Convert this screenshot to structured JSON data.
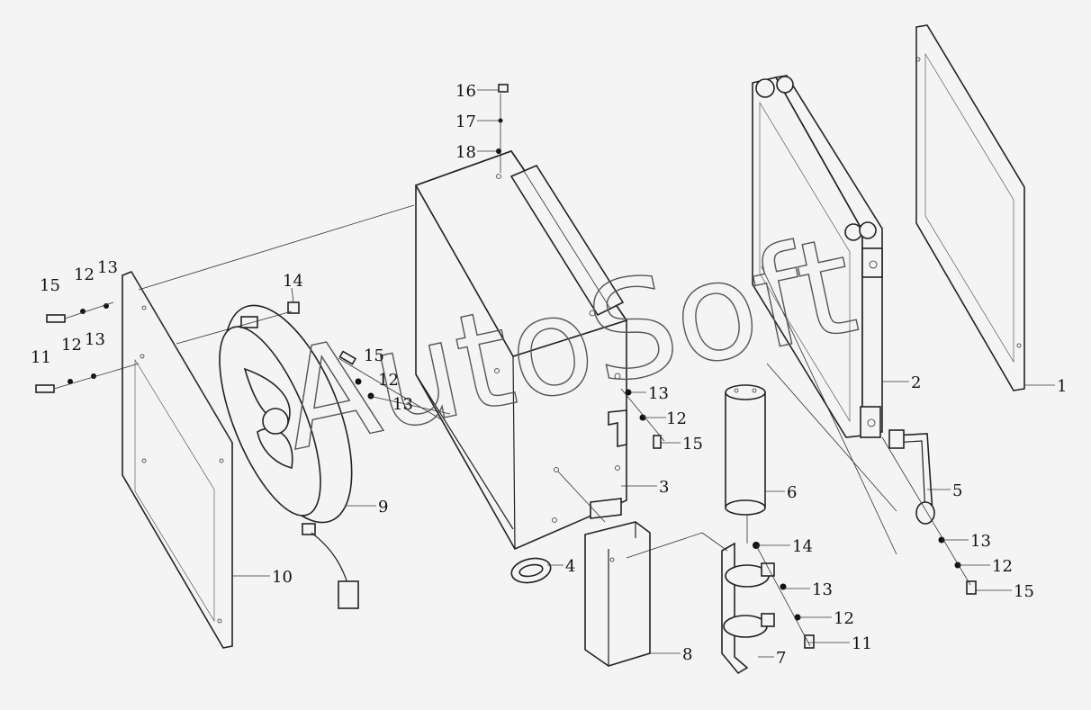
{
  "watermark": "AutoSoft",
  "colors": {
    "background": "#f4f4f4",
    "line": "#222222"
  },
  "callouts": {
    "c1": "1",
    "c2": "2",
    "c3": "3",
    "c4": "4",
    "c5": "5",
    "c6": "6",
    "c7": "7",
    "c8": "8",
    "c9": "9",
    "c10": "10",
    "c11a": "11",
    "c11b": "11",
    "c12a": "12",
    "c12b": "12",
    "c12c": "12",
    "c12d": "12",
    "c12e": "12",
    "c12f": "12",
    "c13a": "13",
    "c13b": "13",
    "c13c": "13",
    "c13d": "13",
    "c13e": "13",
    "c13f": "13",
    "c14a": "14",
    "c14b": "14",
    "c15a": "15",
    "c15b": "15",
    "c15c": "15",
    "c15d": "15",
    "c16": "16",
    "c17": "17",
    "c18": "18"
  }
}
